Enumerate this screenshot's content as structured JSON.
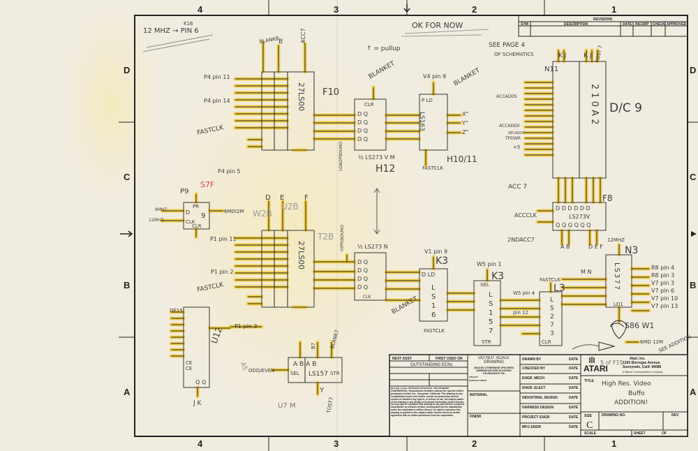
{
  "sheet": {
    "zones_top": [
      "4",
      "3",
      "2",
      "1"
    ],
    "zones_side": [
      "D",
      "C",
      "B",
      "A"
    ]
  },
  "revisions": {
    "title": "REVISIONS",
    "columns": [
      "SYM",
      "DESCRIPTION",
      "DATE",
      "INCORP",
      "CHECK",
      "APPROVED"
    ]
  },
  "notes": {
    "clock_note_top": "K16",
    "clock_note": "12 MHZ → PIN 6",
    "ok_for_now": "OK FOR NOW",
    "pullup": "↑ = pullup",
    "see_page": "SEE PAGE 4",
    "of_schematics": "OF SCHEMATICS",
    "blanket1": "BLANKET",
    "blanket2": "BLANKET",
    "blanket3": "BLANKET",
    "fastclk1": "FASTCLK",
    "fastclk2": "FASTCLK",
    "fastclk3": "FASTCLK",
    "fastclk4": "FASTCLK",
    "fastclk5": "FASTCLK",
    "see_addition": "SEE ADDITION"
  },
  "labels": {
    "blankb": "BLANKB",
    "b": "B",
    "acc7": "ACC7",
    "p4pin11": "P4 pin 11",
    "p4pin14": "P4 pin 14",
    "p4pin5": "P4 pin 5",
    "f10": "F10",
    "h12": "H12",
    "ls273_1": "½ LS273 V M",
    "loadpbound": "LOADPBOUND",
    "v4pin9": "V4 pin 9",
    "h10": "H10/11",
    "xyz": [
      "X\"",
      "Y\"",
      "Z\""
    ],
    "kj1": "K J",
    "kj2": "K J",
    "tost7": "TOST 7",
    "n11": "N11",
    "dc9": "D/C 9",
    "accaddr5": "ACCADDS",
    "accaddr0": "ACCADD0",
    "secaddr": "SECADDR",
    "tpdwr": "TPDWR",
    "plus5": "+5",
    "acc7b": "ACC 7",
    "f8": "F8",
    "ls273v": "LS273V",
    "accclk": "ACCCLK",
    "secondacc7": "2NDACC7",
    "ab": "A B",
    "def": "D E F",
    "p9": "P9",
    "s7f": "S7F",
    "sixmhz": "6MHZ",
    "twelvemhz": "12MHZ",
    "sixmdi2m": "6MDI2M",
    "d": "D",
    "e": "E",
    "f": "F",
    "w2b": "W2B",
    "u2b": "U2B",
    "t2b": "T2B",
    "p1pin11": "P1 pin 11",
    "p1pin2": "P1 pin 2",
    "p1pin3": "P1 pin 3",
    "u12": "U12",
    "hipribound": "HIPRIBOUND",
    "ls273_2": "½ LS273 N",
    "v1pin9": "V1 pin 9",
    "k3a": "K3",
    "w5pin1": "W5 pin 1",
    "k3b": "K3",
    "l3": "L3",
    "w5pin4": "W5 pin 4",
    "pin12": "pin 12",
    "mn": "M N",
    "n3": "N3",
    "twelvemhzbar": "12MHZ",
    "r8pin4": "R8 pin 4",
    "r8pin3": "R8 pin 3",
    "v7pin3": "V7 pin 3",
    "v7pin6": "V7 pin 6",
    "v7pin10": "V7 pin 10",
    "v7pin13": "V7 pin 13",
    "s86w1": "S86 W1",
    "sixmdi2m_b": "6MD 12M",
    "de15": "DE15",
    "jk": "J K",
    "oddeven": "ODD/EVEN",
    "ls157": "LS157",
    "sel": "SEL",
    "str": "STR",
    "abab": "A B A B",
    "y": "Y",
    "b7": "B7",
    "a5": "A5",
    "u7m": "U7 M",
    "tost7b": "TOST7",
    "blank7": "BLANK7"
  },
  "chips": {
    "c27ls00_a": "27LS00",
    "c27ls00_b": "27LS00",
    "ls163": "LS163",
    "ls157a": "LS157",
    "ls273": "LS273",
    "ls377": "LS377",
    "dc9": "2 1 0 A 2",
    "ff9": "9"
  },
  "title_block": {
    "next_assy": "NEXT ASSY",
    "first_used_on": "FIRST USED ON",
    "outstanding_ecns": "OUTSTANDING ECNs",
    "do_not_scale": "DO NOT SCALE DRAWING",
    "unless": "UNLESS OTHERWISE SPECIFIED DIMENSIONS ARE IN INCHES TOLERANCES ON:",
    "angles": "ANGLES",
    "surface_finish": "SURFACE FINISH",
    "material": "MATERIAL",
    "finish": "FINISH",
    "notice": "NOTICE TO ALL PERSONS RECEIVING THIS DRAWING CONFIDENTIAL: Reproduction forbidden without the specific written permission of Atari, Inc., Sunnyvale, California. This drawing is only conditionally issued, and neither receipt nor possession thereof confers or transfers any right in, or license to use, the subject matter of the drawing or any design or technical information shown thereon, nor any right to reproduce this drawing or any part thereof, except for manufacture by vendors of Atari, Incorporated and for manufacture under the corporation's written license. No right to reproduce this drawing is granted or the subject matter thereof unless by written agreement with or written permission from the corporation.",
    "rows": [
      "DRAWN BY",
      "CHECKED BY",
      "ENGR. MECH",
      "ENGR. ELECT",
      "INDUSTRIAL DESIGN",
      "HARNESS DESIGN",
      "PROJECT ENGR",
      "MFG ENGR"
    ],
    "date": "DATE",
    "company": "Atari, Inc.",
    "address1": "1265 Borregas Avenue",
    "address2": "Sunnyvale, Calif. 94086",
    "company_sub": "A Warner Communications Company",
    "logo_text": "ATARI",
    "sheet_note": "5 of F15",
    "title_label": "TITLE",
    "title_line1": "High Res. Video",
    "title_line2": "Buffo",
    "title_line3": "ADDITION!",
    "size_label": "SIZE",
    "size_value": "C",
    "drawing_no": "DRAWING NO.",
    "rev": "REV",
    "scale": "SCALE",
    "sheet": "SHEET",
    "of": "OF"
  },
  "colors": {
    "paper": "#f1ece0",
    "highlighter": "#f0c419",
    "ink": "#222222",
    "red_ink": "#d8404a"
  }
}
